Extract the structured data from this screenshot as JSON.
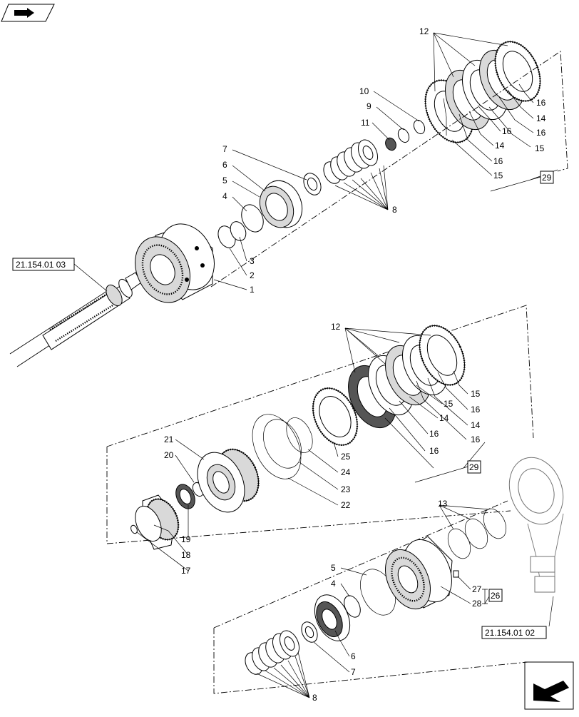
{
  "top_group": {
    "callouts": [
      "12",
      "16",
      "14",
      "16",
      "15",
      "10",
      "9",
      "16",
      "14",
      "11",
      "16",
      "15",
      "7",
      "6",
      "5",
      "4",
      "3",
      "2",
      "1",
      "8"
    ],
    "ref_box": "29"
  },
  "middle_group": {
    "callouts": [
      "12",
      "15",
      "16",
      "14",
      "15",
      "16",
      "14",
      "16",
      "16",
      "25",
      "24",
      "23",
      "22",
      "21",
      "20",
      "19",
      "18",
      "17"
    ],
    "ref_box": "29"
  },
  "bottom_group": {
    "callouts": [
      "13",
      "5",
      "4",
      "6",
      "7",
      "8",
      "27",
      "28"
    ],
    "ref_box": "26"
  },
  "references": {
    "shaft": "21.154.01 03",
    "housing": "21.154.01 02"
  }
}
